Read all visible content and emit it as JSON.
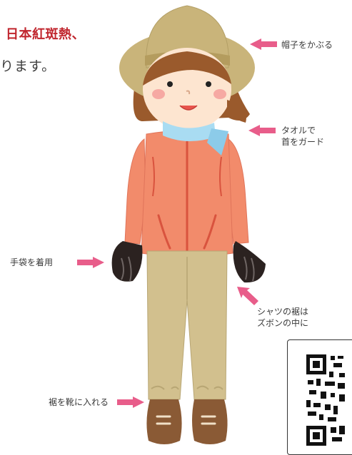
{
  "headline": {
    "red_text": "日本紅斑熱、",
    "dark_text": "ります。"
  },
  "labels": {
    "hat": "帽子をかぶる",
    "towel_line1": "タオルで",
    "towel_line2": "首をガード",
    "gloves": "手袋を着用",
    "shirt_line1": "シャツの裾は",
    "shirt_line2": "ズボンの中に",
    "pants": "裾を靴に入れる"
  },
  "colors": {
    "headline_red": "#c0262e",
    "arrow_pink": "#e85d8a",
    "hat": "#c9b47a",
    "jacket": "#f28b6b",
    "pants": "#d2c08e",
    "scarf": "#a9dcf2",
    "glove": "#2b2220",
    "boot": "#8a5a35"
  },
  "icons": [
    "qr-code"
  ]
}
